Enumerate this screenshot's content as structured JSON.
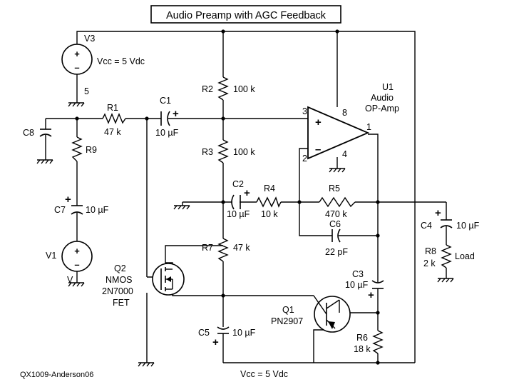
{
  "title": "Audio Preamp with AGC Feedback",
  "footer_id": "QX1009-Anderson06",
  "bottom_rail": "Vcc = 5 Vdc",
  "components": {
    "v3": {
      "ref": "V3",
      "value": "Vcc = 5 Vdc",
      "node": "5"
    },
    "v1": {
      "ref": "V1",
      "node": "V"
    },
    "r1": {
      "ref": "R1",
      "value": "47 k"
    },
    "r2": {
      "ref": "R2",
      "value": "100 k"
    },
    "r3": {
      "ref": "R3",
      "value": "100 k"
    },
    "r4": {
      "ref": "R4",
      "value": "10 k"
    },
    "r5": {
      "ref": "R5",
      "value": "470 k"
    },
    "r6": {
      "ref": "R6",
      "value": "18 k"
    },
    "r7": {
      "ref": "R7",
      "value": "47 k"
    },
    "r8": {
      "ref": "R8",
      "value": "2 k",
      "note": "Load"
    },
    "r9": {
      "ref": "R9"
    },
    "c1": {
      "ref": "C1",
      "value": "10 µF"
    },
    "c2": {
      "ref": "C2",
      "value": "10 µF"
    },
    "c3": {
      "ref": "C3",
      "value": "10 µF"
    },
    "c4": {
      "ref": "C4",
      "value": "10 µF"
    },
    "c5": {
      "ref": "C5",
      "value": "10 µF"
    },
    "c6": {
      "ref": "C6",
      "value": "22 pF"
    },
    "c7": {
      "ref": "C7",
      "value": "10 µF"
    },
    "c8": {
      "ref": "C8"
    },
    "u1": {
      "ref": "U1",
      "line1": "Audio",
      "line2": "OP-Amp",
      "pin3": "3",
      "pin2": "2",
      "pin8": "8",
      "pin4": "4",
      "pin1": "1"
    },
    "q1": {
      "ref": "Q1",
      "part": "PN2907"
    },
    "q2": {
      "ref": "Q2",
      "type": "NMOS",
      "part": "2N7000",
      "kind": "FET"
    }
  }
}
